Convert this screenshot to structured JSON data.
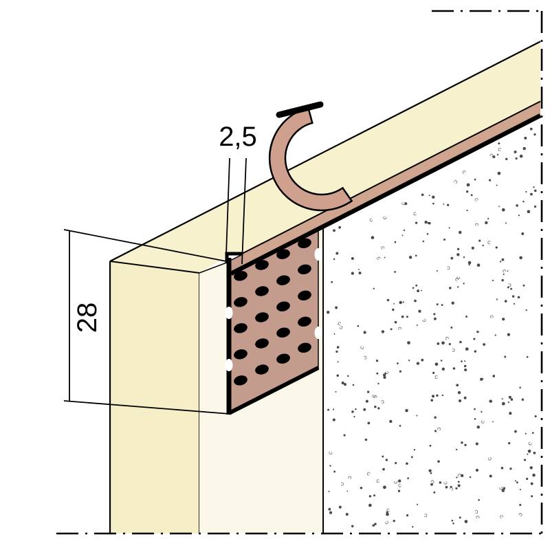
{
  "meta": {
    "title": "Plaster edge profile technical drawing",
    "description": "Perforated drywall edge trim with detachable protective strip mounted on a board corner"
  },
  "dimensions": {
    "flange_thickness": {
      "label": "2,5"
    },
    "profile_height": {
      "label": "28"
    }
  },
  "colors": {
    "background": "#ffffff",
    "line": "#000000",
    "board-top": "#f7f1cd",
    "board-end": "#f5eec6",
    "wall-face": "#fbf8ea",
    "profile-pink": "#c49c8e",
    "flange-pink": "#cfa590",
    "strip-pink": "#cfa08d",
    "stipple-dot": "#4a4a4a",
    "stipple-mark": "#666666"
  },
  "texture": {
    "dot_count": 300,
    "mark_count": 55,
    "mark_char": "c",
    "seed": 42
  },
  "profile": {
    "hole_rows": 5,
    "hole_cols": 4
  }
}
